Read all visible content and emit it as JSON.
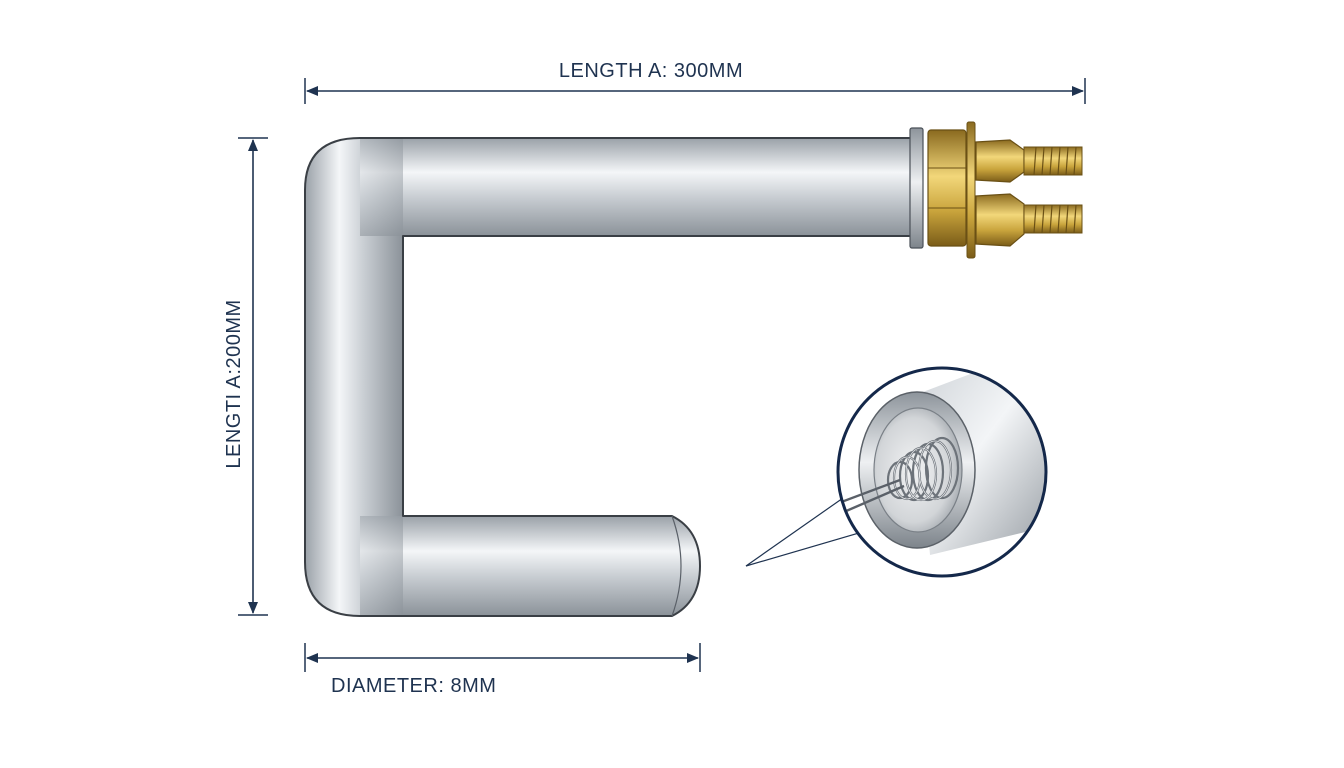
{
  "labels": {
    "length_top": "LENGTH A: 300MM",
    "length_side": "LENGTI A:200MM",
    "diameter": "DIAMETER: 8MM"
  },
  "colors": {
    "dimension_line": "#1f3350",
    "tube_highlight": "#f4f6f8",
    "tube_shadow": "#8f969e",
    "tube_outline": "#3a3f45",
    "brass": "#c9a43c",
    "detail_ring": "#14284a"
  },
  "icons": {
    "terminal_fittings": "threaded-brass-terminal-icon",
    "cross_section": "heating-coil-cross-section-icon"
  }
}
